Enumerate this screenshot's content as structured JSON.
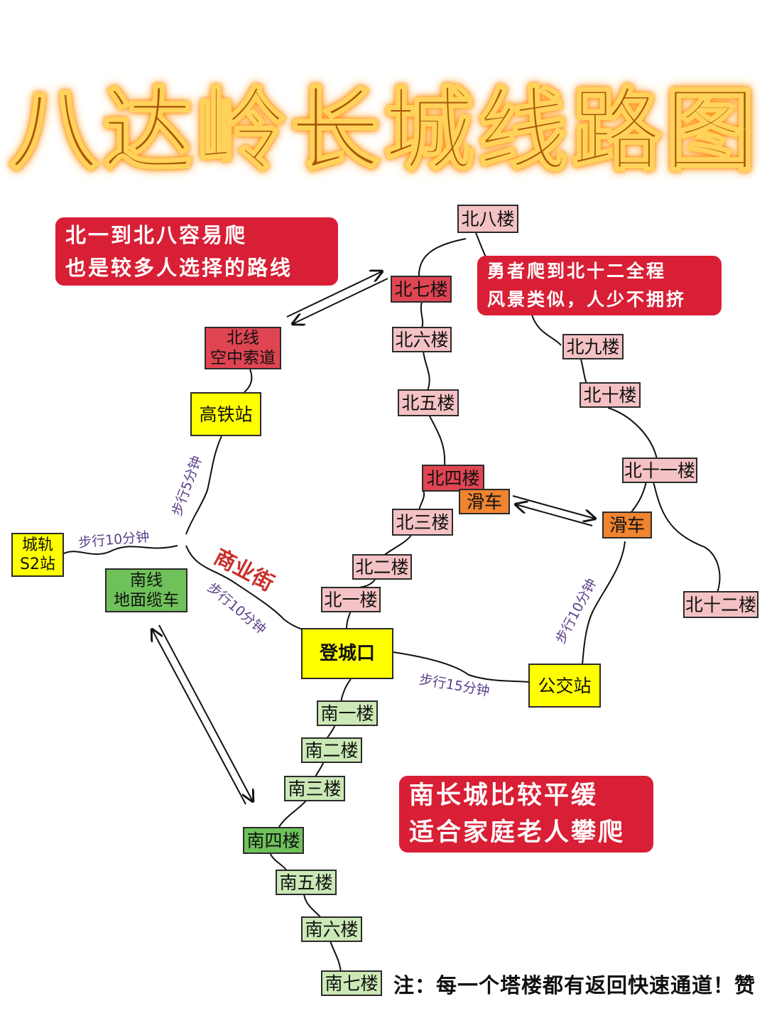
{
  "title": "八达岭长城线路图",
  "nodes": {
    "bei8": "北八楼",
    "bei7": "北七楼",
    "bei6": "北六楼",
    "bei5": "北五楼",
    "bei4": "北四楼",
    "bei3": "北三楼",
    "bei2": "北二楼",
    "bei1": "北一楼",
    "bei9": "北九楼",
    "bei10": "北十楼",
    "bei11": "北十一楼",
    "bei12": "北十二楼",
    "slide_left": "滑车",
    "slide_right": "滑车",
    "north_cable": "北线\n空中索道",
    "hsr_station": "高铁站",
    "s2_station": "城轨\nS2站",
    "south_cable": "南线\n地面缆车",
    "entrance": "登城口",
    "bus_station": "公交站",
    "nan1": "南一楼",
    "nan2": "南二楼",
    "nan3": "南三楼",
    "nan4": "南四楼",
    "nan5": "南五楼",
    "nan6": "南六楼",
    "nan7": "南七楼"
  },
  "callouts": {
    "north": "北一到北八容易爬\n也是较多人选择的路线",
    "brave": "勇者爬到北十二全程\n风景类似，人少不拥挤",
    "south": "南长城比较平缓\n适合家庭老人攀爬"
  },
  "walk_labels": {
    "walk_5": "步行5分钟",
    "walk_10_s2": "步行10分钟",
    "walk_10_street": "步行10分钟",
    "walk_15": "步行15分钟",
    "walk_10_bus": "步行10分钟"
  },
  "street": "商业街",
  "note": "注：每一个塔楼都有返回快速通道！赞",
  "colors": {
    "pink": "#f4c2c4",
    "red": "#e04552",
    "orange": "#ef8431",
    "yellow": "#ffff00",
    "green": "#6fc25a",
    "light_green": "#cbe8b6",
    "callout": "#d81f35",
    "title": "#a8570a"
  }
}
